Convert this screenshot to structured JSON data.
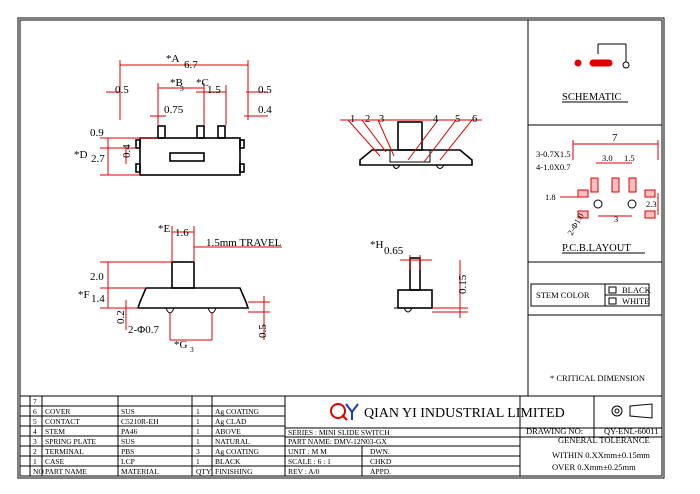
{
  "drawing": {
    "top_view": {
      "dim_a": "*A",
      "dim_a_val": "6.7",
      "dim_b": "*B",
      "dim_b_sub": "3",
      "dim_c": "*C",
      "dim_c_val": "1.5",
      "left_pad": "0.5",
      "right_pad": "0.5",
      "pitch": "0.75",
      "right_inner": "0.4",
      "height_09": "0.9",
      "dim_d": "*D",
      "dim_d_val": "2.7",
      "depth_04": "0.4"
    },
    "front_view": {
      "labels": [
        "1",
        "2",
        "3",
        "4",
        "5",
        "6"
      ]
    },
    "side_view": {
      "dim_e": "*E",
      "dim_e_val": "1.6",
      "travel": "1.5mm TRAVEL",
      "height_20": "2.0",
      "dim_f": "*F",
      "dim_f_val": "1.4",
      "peg_02": "0.2",
      "peg_holes": "2-Φ0.7",
      "dim_g": "*G",
      "dim_g_sub": "3",
      "thick_05": "0.5"
    },
    "end_view": {
      "dim_h": "*H",
      "dim_h_val": "0.65",
      "thick_015": "0.15"
    },
    "schematic_title": "SCHEMATIC",
    "pcb": {
      "total": "7",
      "slots": "3-0.7X1.5",
      "holes": "4-1.0X0.7",
      "pitch": "3.0",
      "slot_pitch": "1.5",
      "row": "1.8",
      "offset": "2.3",
      "peg_dia": "2-Φ1.0",
      "peg_pitch": "3",
      "title": "P.C.B.LAYOUT"
    },
    "stem_color": {
      "label": "STEM COLOR",
      "options": [
        "BLACK",
        "WHITE"
      ]
    },
    "critical_note": "* CRITICAL DIMENSION"
  },
  "bom": {
    "rows": [
      {
        "no": "7",
        "name": "",
        "material": "",
        "qty": "",
        "finish": ""
      },
      {
        "no": "6",
        "name": "COVER",
        "material": "SUS",
        "qty": "1",
        "finish": "Ag COATING"
      },
      {
        "no": "5",
        "name": "CONTACT",
        "material": "C5210R-EH",
        "qty": "1",
        "finish": "Ag CLAD"
      },
      {
        "no": "4",
        "name": "STEM",
        "material": "PA46",
        "qty": "1",
        "finish": "ABOVE"
      },
      {
        "no": "3",
        "name": "SPRING PLATE",
        "material": "SUS",
        "qty": "1",
        "finish": "NATURAL"
      },
      {
        "no": "2",
        "name": "TERMINAL",
        "material": "PBS",
        "qty": "3",
        "finish": "Ag COATING"
      },
      {
        "no": "1",
        "name": "CASE",
        "material": "LCP",
        "qty": "1",
        "finish": "BLACK"
      }
    ],
    "header": {
      "no": "NO",
      "name": "PART NAME",
      "material": "MATERIAL",
      "qty": "QTY",
      "finish": "FINISHING"
    }
  },
  "title_block": {
    "company": "QIAN YI INDUSTRIAL LIMITED",
    "drawing_no_label": "DRAWING NO:",
    "drawing_no": "QY-ENL-60011",
    "series": "SERIES : MINI SLIDE SWITCH",
    "part_name": "PART NAME: DMV-12N03-GX",
    "unit": "UNIT : M M",
    "dwn": "DWN.",
    "scale": "SCALE : 6 : 1",
    "chkd": "CHKD",
    "rev": "REV  : A/0",
    "appd": "APPD.",
    "tolerance_title": "GENERAL TOLERANCE",
    "tol_within": "WITHIN 0.XXmm±0.15mm",
    "tol_over": "OVER   0.Xmm±0.25mm"
  }
}
